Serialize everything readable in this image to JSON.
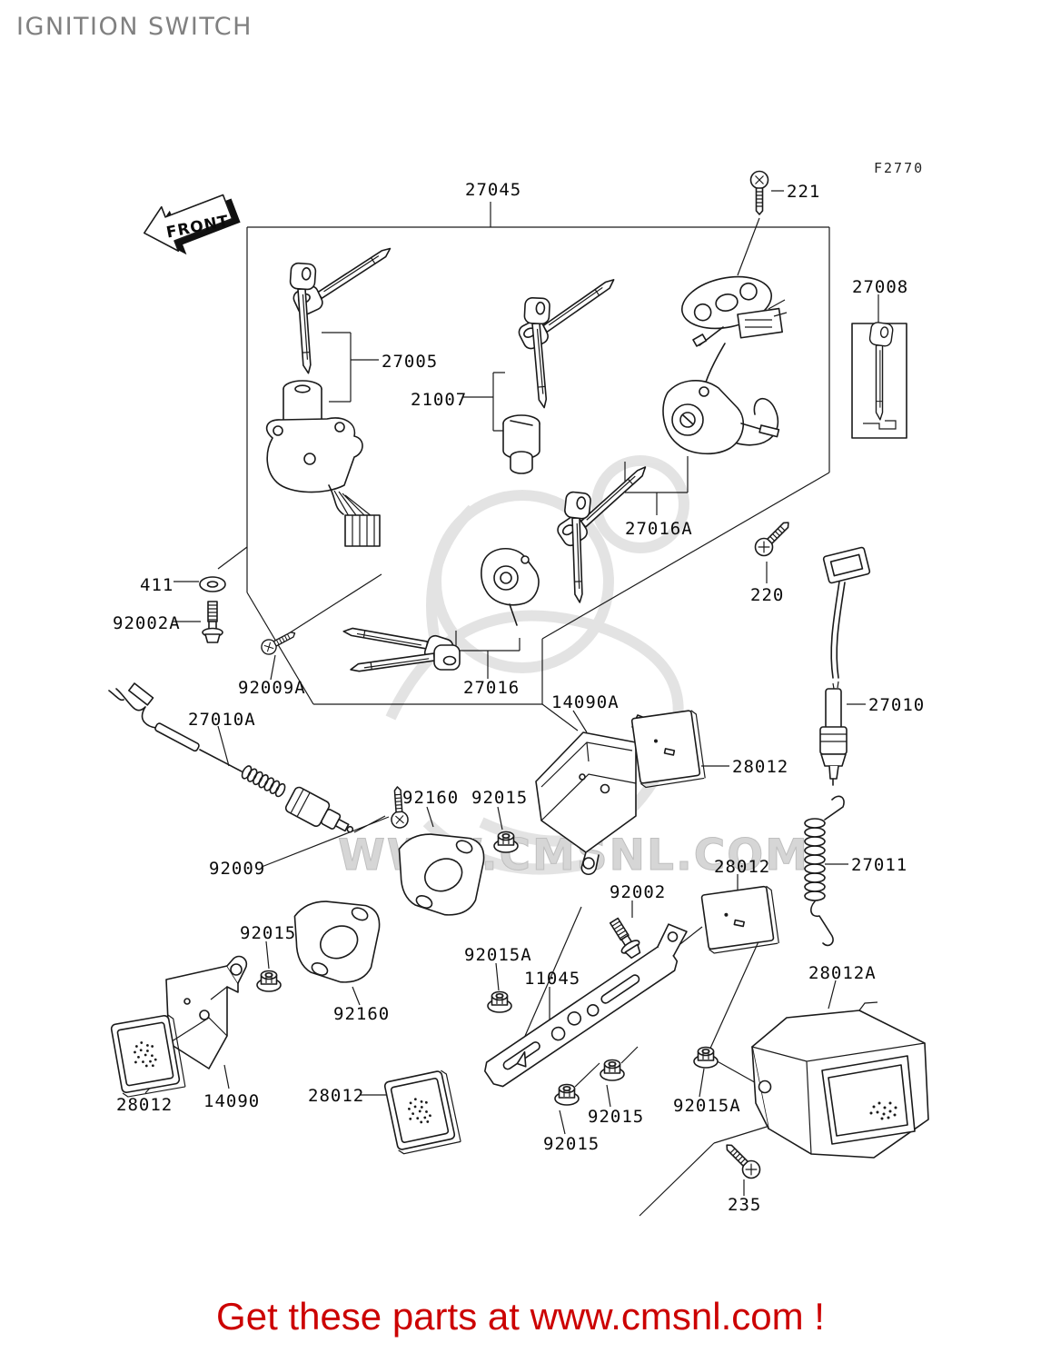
{
  "page": {
    "title": "IGNITION SWITCH",
    "figure_code": "F2770",
    "front_marker": "FRONT"
  },
  "watermark": {
    "text": "WWW.CMSNL.COM"
  },
  "footer": {
    "text": "Get these parts at www.cmsnl.com !"
  },
  "colors": {
    "label_text": "#0a0a0a",
    "title_text": "#808080",
    "footer_text": "#cc0000",
    "line": "#1a1a1a",
    "watermark": "#d6d6d6"
  },
  "part_labels": [
    {
      "part_no": "27045"
    },
    {
      "part_no": "221"
    },
    {
      "part_no": "27008"
    },
    {
      "part_no": "27005"
    },
    {
      "part_no": "21007"
    },
    {
      "part_no": "27016A"
    },
    {
      "part_no": "220"
    },
    {
      "part_no": "411"
    },
    {
      "part_no": "92002A"
    },
    {
      "part_no": "92009A"
    },
    {
      "part_no": "27016"
    },
    {
      "part_no": "14090A"
    },
    {
      "part_no": "27010A"
    },
    {
      "part_no": "27010"
    },
    {
      "part_no": "28012"
    },
    {
      "part_no": "92160"
    },
    {
      "part_no": "92015"
    },
    {
      "part_no": "92009"
    },
    {
      "part_no": "28012"
    },
    {
      "part_no": "27011"
    },
    {
      "part_no": "92002"
    },
    {
      "part_no": "92015"
    },
    {
      "part_no": "92015A"
    },
    {
      "part_no": "11045"
    },
    {
      "part_no": "28012A"
    },
    {
      "part_no": "92160"
    },
    {
      "part_no": "28012"
    },
    {
      "part_no": "14090"
    },
    {
      "part_no": "28012"
    },
    {
      "part_no": "92015"
    },
    {
      "part_no": "92015"
    },
    {
      "part_no": "92015A"
    },
    {
      "part_no": "235"
    }
  ]
}
